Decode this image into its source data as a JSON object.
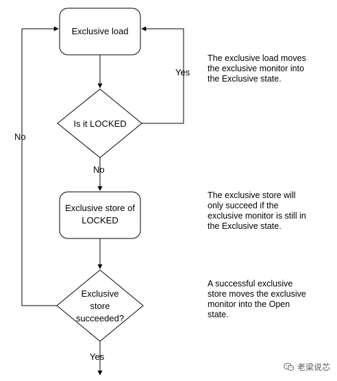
{
  "flowchart": {
    "nodes": {
      "exclusive_load": {
        "label": "Exclusive load"
      },
      "is_locked": {
        "label": "Is it LOCKED"
      },
      "exclusive_store": {
        "label_lines": [
          "Exclusive store of",
          "LOCKED"
        ]
      },
      "store_succeeded": {
        "label_lines": [
          "Exclusive",
          "store",
          "succeeded?"
        ]
      }
    },
    "edges": {
      "locked_yes": "Yes",
      "locked_no": "No",
      "succeeded_no": "No",
      "succeeded_yes": "Yes"
    }
  },
  "notes": [
    {
      "lines": [
        "The exclusive load moves",
        "the exclusive monitor into",
        "the Exclusive state."
      ]
    },
    {
      "lines": [
        "The exclusive store will",
        "only succeed if the",
        "exclusive monitor is still in",
        "the Exclusive state."
      ]
    },
    {
      "lines": [
        "A successful exclusive",
        "store moves the exclusive",
        "monitor into the Open",
        "state."
      ]
    }
  ],
  "watermark": {
    "text": "老梁说芯",
    "icon": "wechat-icon"
  }
}
